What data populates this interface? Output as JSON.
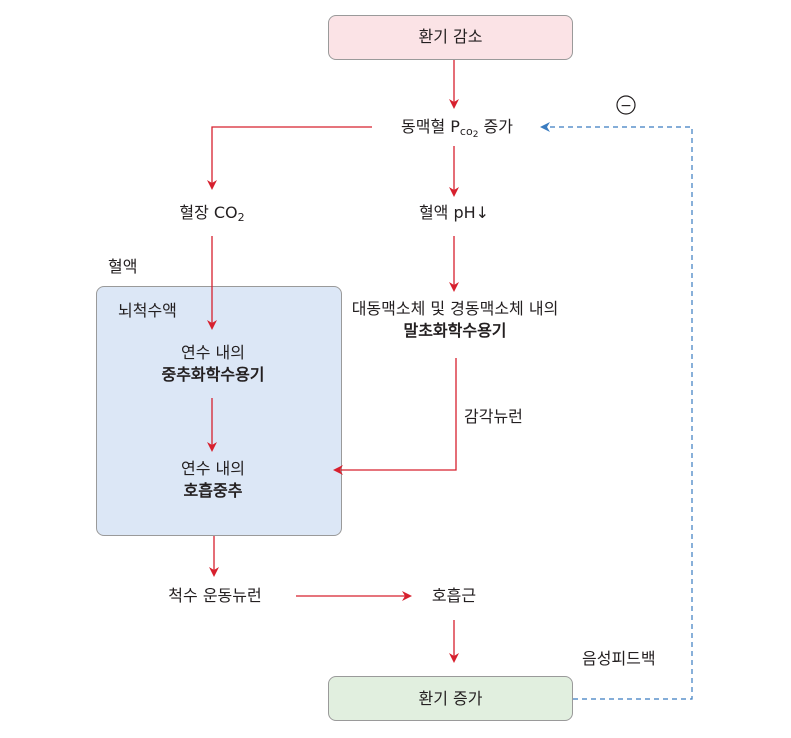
{
  "colors": {
    "arrow": "#d7202e",
    "feedback": "#3a7cc0",
    "top_box_fill": "#fbe3e6",
    "bottom_box_fill": "#e1efdf",
    "brain_box_fill": "#dce7f6"
  },
  "nodes": {
    "decrease": "환기 감소",
    "arterial_pco2_prefix": "동맥혈 P",
    "arterial_pco2_sub": "co",
    "arterial_pco2_sub2": "2",
    "arterial_pco2_suffix": " 증가",
    "plasma_co2_prefix": "혈장 CO",
    "plasma_co2_sub": "2",
    "blood_ph": "혈액 pH↓",
    "blood_label": "혈액",
    "csf_label": "뇌척수액",
    "central_line1": "연수 내의",
    "central_line2": "중추화학수용기",
    "resp_line1": "연수 내의",
    "resp_line2": "호흡중추",
    "peripheral_line1": "대동맥소체 및 경동맥소체 내의",
    "peripheral_line2": "말초화학수용기",
    "sensory_neuron": "감각뉴런",
    "spinal_motor": "척수 운동뉴런",
    "resp_muscle": "호흡근",
    "increase": "환기 증가",
    "negative_feedback": "음성피드백",
    "minus_symbol": "−"
  }
}
